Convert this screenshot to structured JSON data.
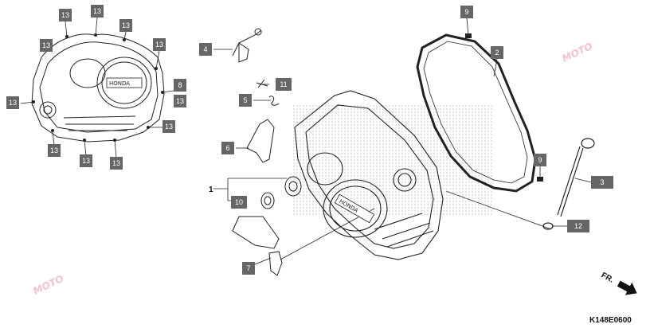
{
  "diagram": {
    "code": "K148E0600",
    "direction": "FR.",
    "watermark": "MOTO",
    "logo": "HONDA",
    "colors": {
      "callout": "#666666",
      "line": "#222222",
      "watermark": "#f2c2d2",
      "hatch": "#cfcfcf"
    },
    "callouts": [
      {
        "id": "c13a",
        "label": "13"
      },
      {
        "id": "c13b",
        "label": "13"
      },
      {
        "id": "c13c",
        "label": "13"
      },
      {
        "id": "c13d",
        "label": "13"
      },
      {
        "id": "c13e",
        "label": "13"
      },
      {
        "id": "c13f",
        "label": "13"
      },
      {
        "id": "c13g",
        "label": "13"
      },
      {
        "id": "c13h",
        "label": "13"
      },
      {
        "id": "c13i",
        "label": "13"
      },
      {
        "id": "c13j",
        "label": "13"
      },
      {
        "id": "c13k",
        "label": "13"
      },
      {
        "id": "c8",
        "label": "8"
      },
      {
        "id": "c4",
        "label": "4"
      },
      {
        "id": "c11",
        "label": "11"
      },
      {
        "id": "c5",
        "label": "5"
      },
      {
        "id": "c6",
        "label": "6"
      },
      {
        "id": "c10",
        "label": "10"
      },
      {
        "id": "c7",
        "label": "7"
      },
      {
        "id": "c9a",
        "label": "9"
      },
      {
        "id": "c2",
        "label": "2"
      },
      {
        "id": "c9b",
        "label": "9"
      },
      {
        "id": "c3",
        "label": "3"
      },
      {
        "id": "c12",
        "label": "12"
      }
    ],
    "plain_labels": [
      {
        "id": "p1",
        "label": "1"
      }
    ]
  }
}
